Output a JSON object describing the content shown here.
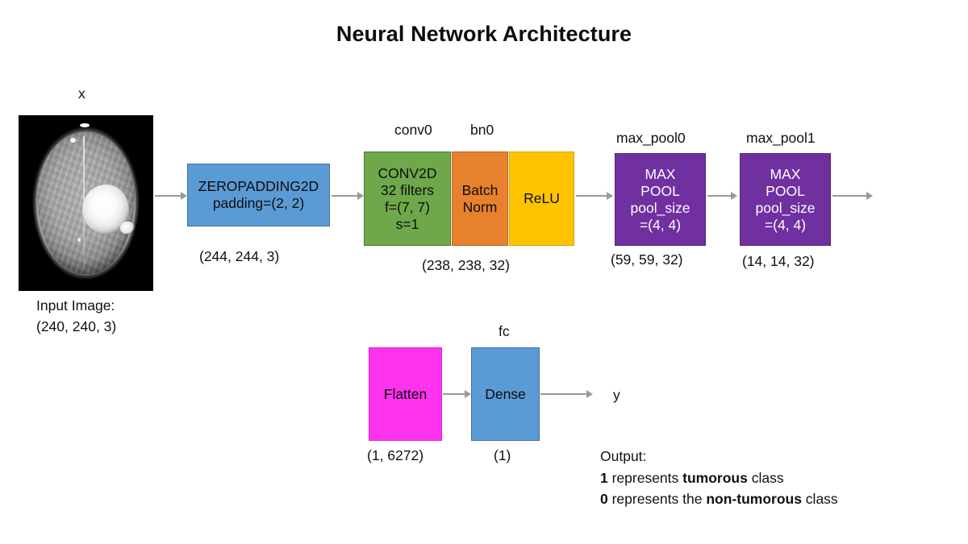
{
  "title": "Neural Network Architecture",
  "input": {
    "top_label": "x",
    "caption_line1": "Input Image:",
    "caption_line2": "(240, 240, 3)",
    "image_name": "brain-mri-axial-scan"
  },
  "blocks": [
    {
      "id": "zeropadding2d",
      "top_label": "",
      "lines": [
        "ZEROPADDING2D",
        "padding=(2, 2)"
      ],
      "shape": "(244, 244, 3)",
      "color": "#5B9BD5"
    },
    {
      "id": "conv0",
      "top_label": "conv0",
      "lines": [
        "CONV2D",
        "32 filters",
        "f=(7, 7)",
        "s=1"
      ],
      "shape": "",
      "color": "#6FA84B"
    },
    {
      "id": "bn0",
      "top_label": "bn0",
      "lines": [
        "Batch",
        "Norm"
      ],
      "shape": "",
      "color": "#E8812E"
    },
    {
      "id": "relu",
      "top_label": "",
      "lines": [
        "ReLU"
      ],
      "shape": "(238, 238, 32)",
      "color": "#FFC400"
    },
    {
      "id": "max_pool0",
      "top_label": "max_pool0",
      "lines": [
        "MAX",
        "POOL",
        "pool_size",
        "=(4, 4)"
      ],
      "shape": "(59, 59, 32)",
      "color": "#7030A0"
    },
    {
      "id": "max_pool1",
      "top_label": "max_pool1",
      "lines": [
        "MAX",
        "POOL",
        "pool_size",
        "=(4, 4)"
      ],
      "shape": "(14, 14, 32)",
      "color": "#7030A0"
    },
    {
      "id": "flatten",
      "top_label": "",
      "lines": [
        "Flatten"
      ],
      "shape": "(1, 6272)",
      "color": "#FF33EE"
    },
    {
      "id": "fc",
      "top_label": "fc",
      "lines": [
        "Dense"
      ],
      "shape": "(1)",
      "color": "#5B9BD5"
    }
  ],
  "output": {
    "label": "y",
    "heading": "Output:",
    "line2": {
      "digit": "1",
      "mid": " represents ",
      "bold": "tumorous",
      "tail": " class"
    },
    "line3": {
      "digit": "0",
      "mid": " represents the ",
      "bold": "non-tumorous",
      "tail": " class"
    }
  }
}
